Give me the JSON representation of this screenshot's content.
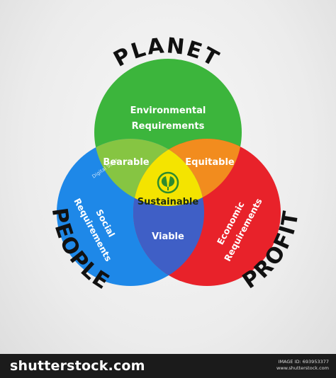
{
  "diagram": {
    "planet_title": "PLANET",
    "people_title": "PEOPLE",
    "profit_title": "PROFIT",
    "planet_circle": {
      "line1": "Environmental",
      "line2": "Requirements"
    },
    "people_circle": {
      "line1": "Social",
      "line2": "Requirements"
    },
    "profit_circle": {
      "line1": "Economic",
      "line2": "Requirements"
    },
    "overlap_planet_people": "Bearable",
    "overlap_planet_profit": "Equitable",
    "overlap_people_profit": "Viable",
    "center": "Sustainable",
    "watermark_credit": "Digital Saint",
    "colors": {
      "planet": "#3cb53c",
      "people": "#1e88e8",
      "profit": "#e8222a",
      "bearable": "#86c542",
      "equitable": "#f28c1e",
      "viable": "#3f5fc6",
      "sustainable": "#f4e400"
    }
  },
  "footer": {
    "brand": "shutterstock.com",
    "image_id": "IMAGE ID: 693953377",
    "site": "www.shutterstock.com"
  }
}
